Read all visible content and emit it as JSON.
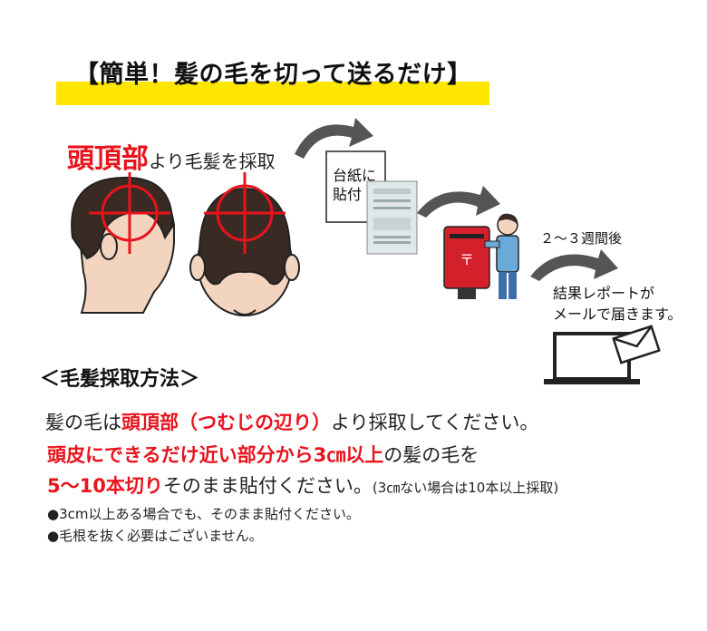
{
  "title": "【簡単！髪の毛を切って送るだけ】",
  "crown": {
    "big": "頭頂部",
    "rest": "より毛髪を採取"
  },
  "card_label": [
    "台紙に",
    "貼付"
  ],
  "weeks_label": "２～３週間後",
  "report_label": [
    "結果レポートが",
    "メールで届きます。"
  ],
  "method_heading": "＜毛髪採取方法＞",
  "instructions": {
    "line1_pre": "髪の毛は",
    "line1_red": "頭頂部（つむじの辺り）",
    "line1_post": "より採取してください。",
    "line2_red": "頭皮にできるだけ近い部分から3㎝以上",
    "line2_post": "の髪の毛を",
    "line3_red": "5～10本切り",
    "line3_post": "そのまま貼付ください。",
    "line3_note": "(3㎝ない場合は10本以上採取)"
  },
  "bullets": [
    "●3cm以上ある場合でも、そのまま貼付ください。",
    "●毛根を抜く必要はございません。"
  ],
  "colors": {
    "accent_red": "#e8141d",
    "highlight_yellow": "#ffe600",
    "mailbox_red": "#d3202a"
  }
}
